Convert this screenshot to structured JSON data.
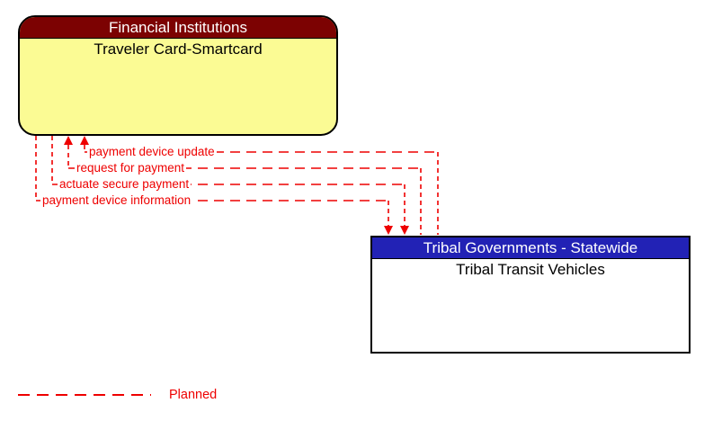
{
  "colors": {
    "maroon": "#7c0202",
    "yellow": "#fbfb94",
    "blue": "#2222b5",
    "red": "#ee0000"
  },
  "top_box": {
    "header_label": "Financial Institutions",
    "body_label": "Traveler Card-Smartcard"
  },
  "bottom_box": {
    "header_label": "Tribal Governments - Statewide",
    "body_label": "Tribal Transit Vehicles"
  },
  "flows": [
    {
      "label": "payment device update",
      "direction": "to Traveler Card-Smartcard",
      "status": "planned"
    },
    {
      "label": "request for payment",
      "direction": "to Traveler Card-Smartcard",
      "status": "planned"
    },
    {
      "label": "actuate secure payment",
      "direction": "to Tribal Transit Vehicles",
      "status": "planned"
    },
    {
      "label": "payment device information",
      "direction": "to Tribal Transit Vehicles",
      "status": "planned"
    }
  ],
  "legend": {
    "label": "Planned"
  }
}
